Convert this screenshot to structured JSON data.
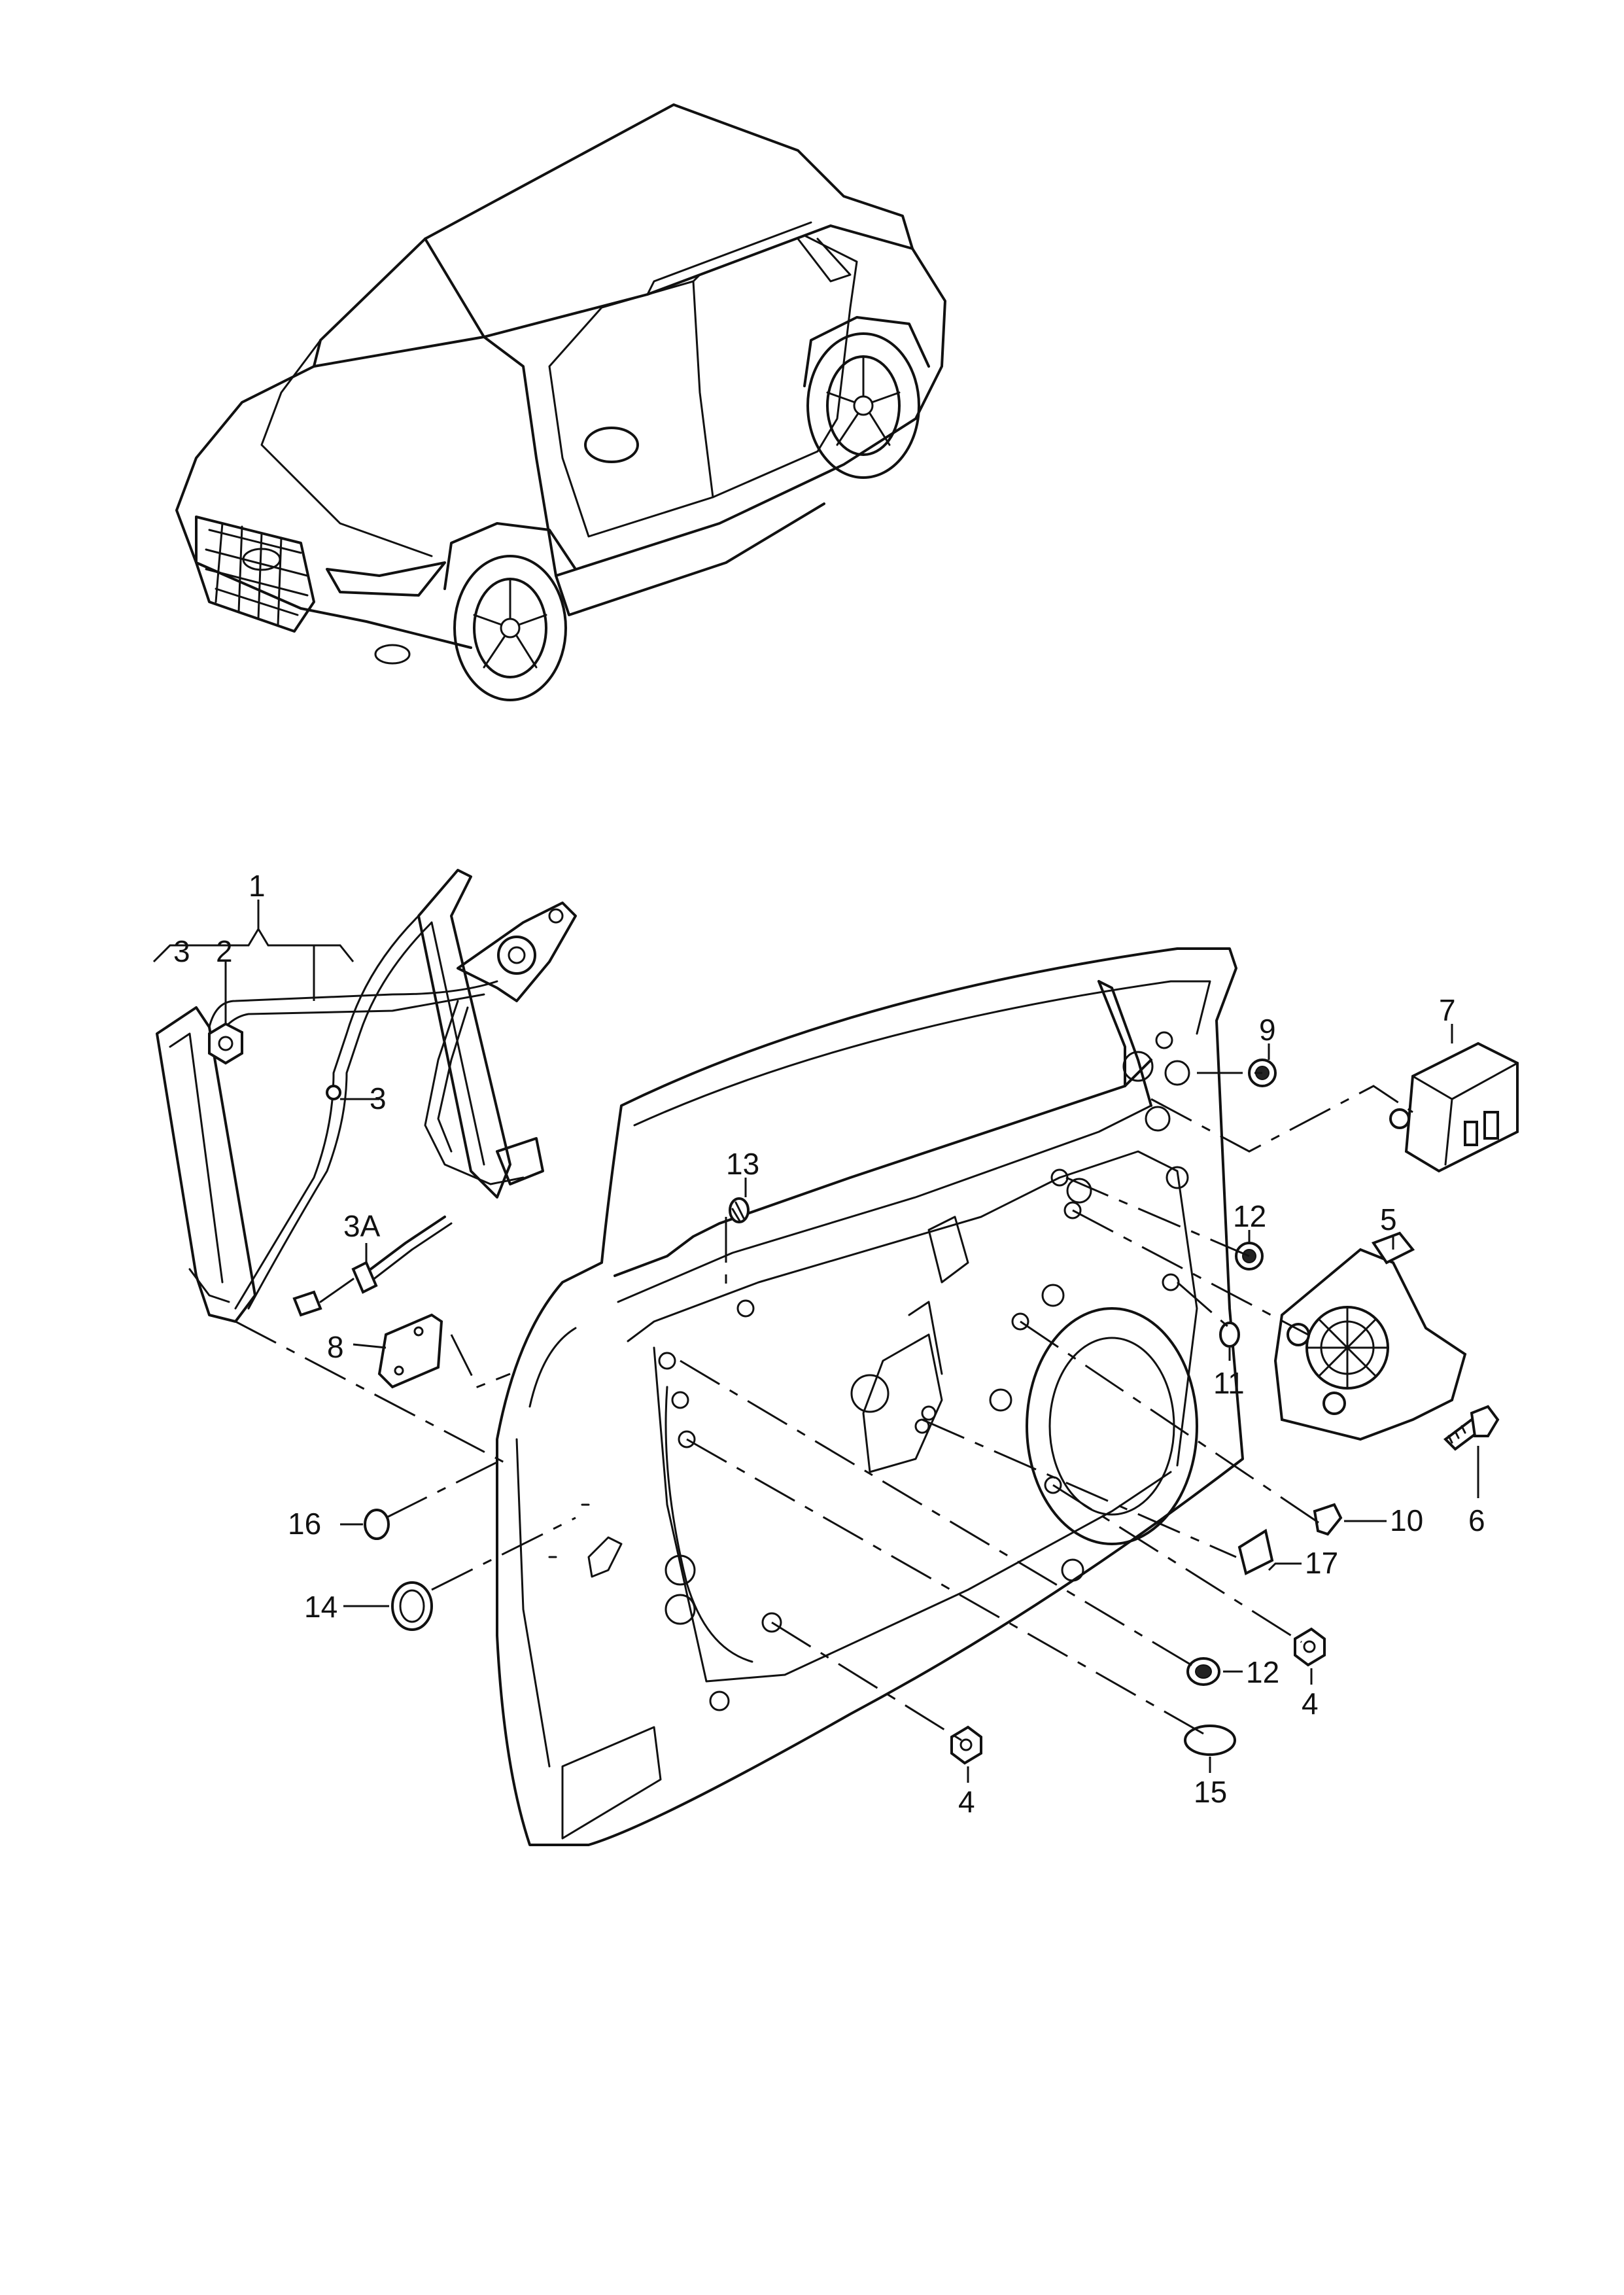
{
  "labels": {
    "l1": "1",
    "l2": "2",
    "l3a": "3",
    "l3b": "3",
    "l3A": "3A",
    "l4a": "4",
    "l4b": "4",
    "l5": "5",
    "l6": "6",
    "l7": "7",
    "l8": "8",
    "l9": "9",
    "l10": "10",
    "l11": "11",
    "l12a": "12",
    "l12b": "12",
    "l13": "13",
    "l14": "14",
    "l15": "15",
    "l16": "16",
    "l17": "17"
  }
}
